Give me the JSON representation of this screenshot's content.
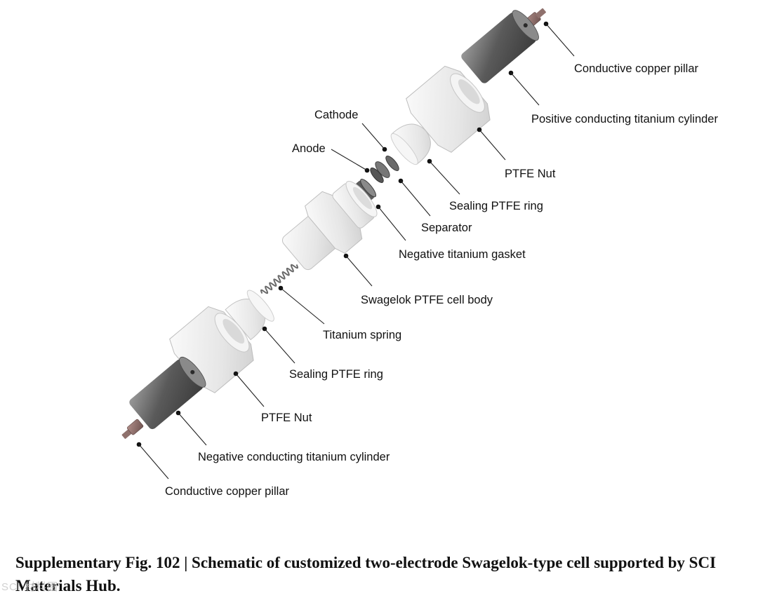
{
  "diagram": {
    "labels": {
      "copper_pillar_top": "Conductive copper pillar",
      "positive_cylinder": "Positive conducting titanium cylinder",
      "ptfe_nut_top": "PTFE Nut",
      "sealing_ring_top": "Sealing PTFE ring",
      "cathode": "Cathode",
      "anode": "Anode",
      "separator": "Separator",
      "negative_gasket": "Negative titanium gasket",
      "cell_body": "Swagelok PTFE cell body",
      "titanium_spring": "Titanium spring",
      "sealing_ring_bottom": "Sealing PTFE ring",
      "ptfe_nut_bottom": "PTFE Nut",
      "negative_cylinder": "Negative conducting titanium cylinder",
      "copper_pillar_bottom": "Conductive copper pillar"
    }
  },
  "caption": {
    "text": "Supplementary Fig. 102 | Schematic of customized two-electrode Swagelok-type cell supported by SCI Materials Hub."
  },
  "watermark": {
    "text": "SCI 材料圈"
  },
  "colors": {
    "ptfe": "#ececec",
    "titanium": "#6e6e6e",
    "copper": "#8c6c68"
  }
}
